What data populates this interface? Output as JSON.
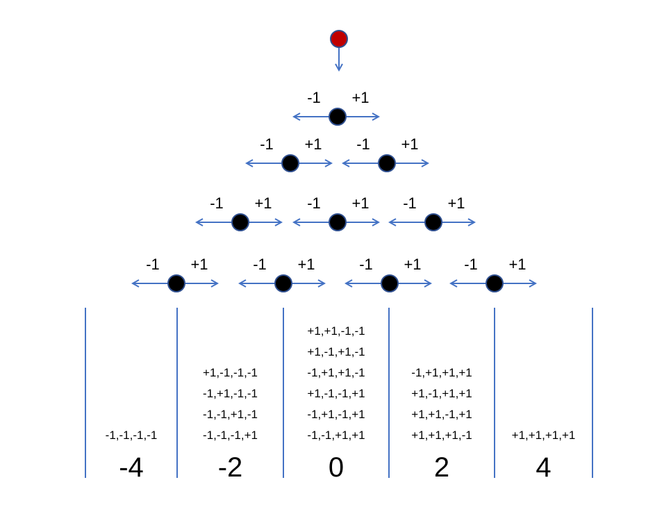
{
  "colors": {
    "start_node": "#c00000",
    "node": "#000000",
    "node_outline": "#2f4f8f",
    "arrow": "#4472c4",
    "divider": "#4472c4"
  },
  "start": {
    "icon": "red-start-node"
  },
  "step_labels": {
    "minus": "-1",
    "plus": "+1"
  },
  "levels": [
    {
      "row": 1,
      "nodes": 1
    },
    {
      "row": 2,
      "nodes": 2
    },
    {
      "row": 3,
      "nodes": 3
    },
    {
      "row": 4,
      "nodes": 4
    }
  ],
  "bins": [
    {
      "label": "-4",
      "sequences": [
        "-1,-1,-1,-1"
      ]
    },
    {
      "label": "-2",
      "sequences": [
        "+1,-1,-1,-1",
        "-1,+1,-1,-1",
        "-1,-1,+1,-1",
        "-1,-1,-1,+1"
      ]
    },
    {
      "label": "0",
      "sequences": [
        "+1,+1,-1,-1",
        "+1,-1,+1,-1",
        "-1,+1,+1,-1",
        "+1,-1,-1,+1",
        "-1,+1,-1,+1",
        "-1,-1,+1,+1"
      ]
    },
    {
      "label": "2",
      "sequences": [
        "-1,+1,+1,+1",
        "+1,-1,+1,+1",
        "+1,+1,-1,+1",
        "+1,+1,+1,-1"
      ]
    },
    {
      "label": "4",
      "sequences": [
        "+1,+1,+1,+1"
      ]
    }
  ]
}
